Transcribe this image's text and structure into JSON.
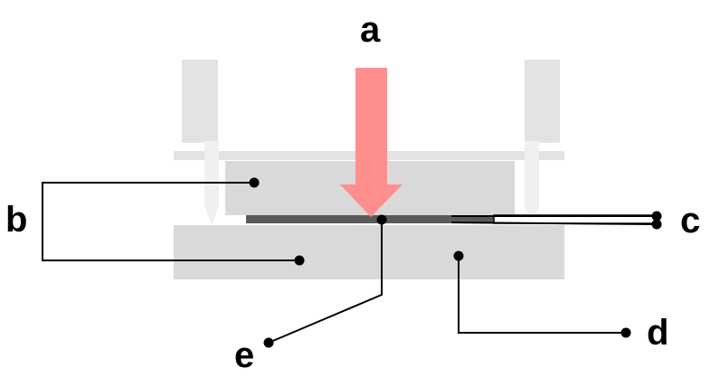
{
  "labels": {
    "a": "a",
    "b": "b",
    "c": "c",
    "d": "d",
    "e": "e"
  },
  "colors": {
    "block": "#d9d9d9",
    "rod": "#e3e3e3",
    "pin": "#f0f0f0",
    "arrow": "#ff8f8f",
    "plate": "#5a5a5a",
    "line": "#000000"
  }
}
